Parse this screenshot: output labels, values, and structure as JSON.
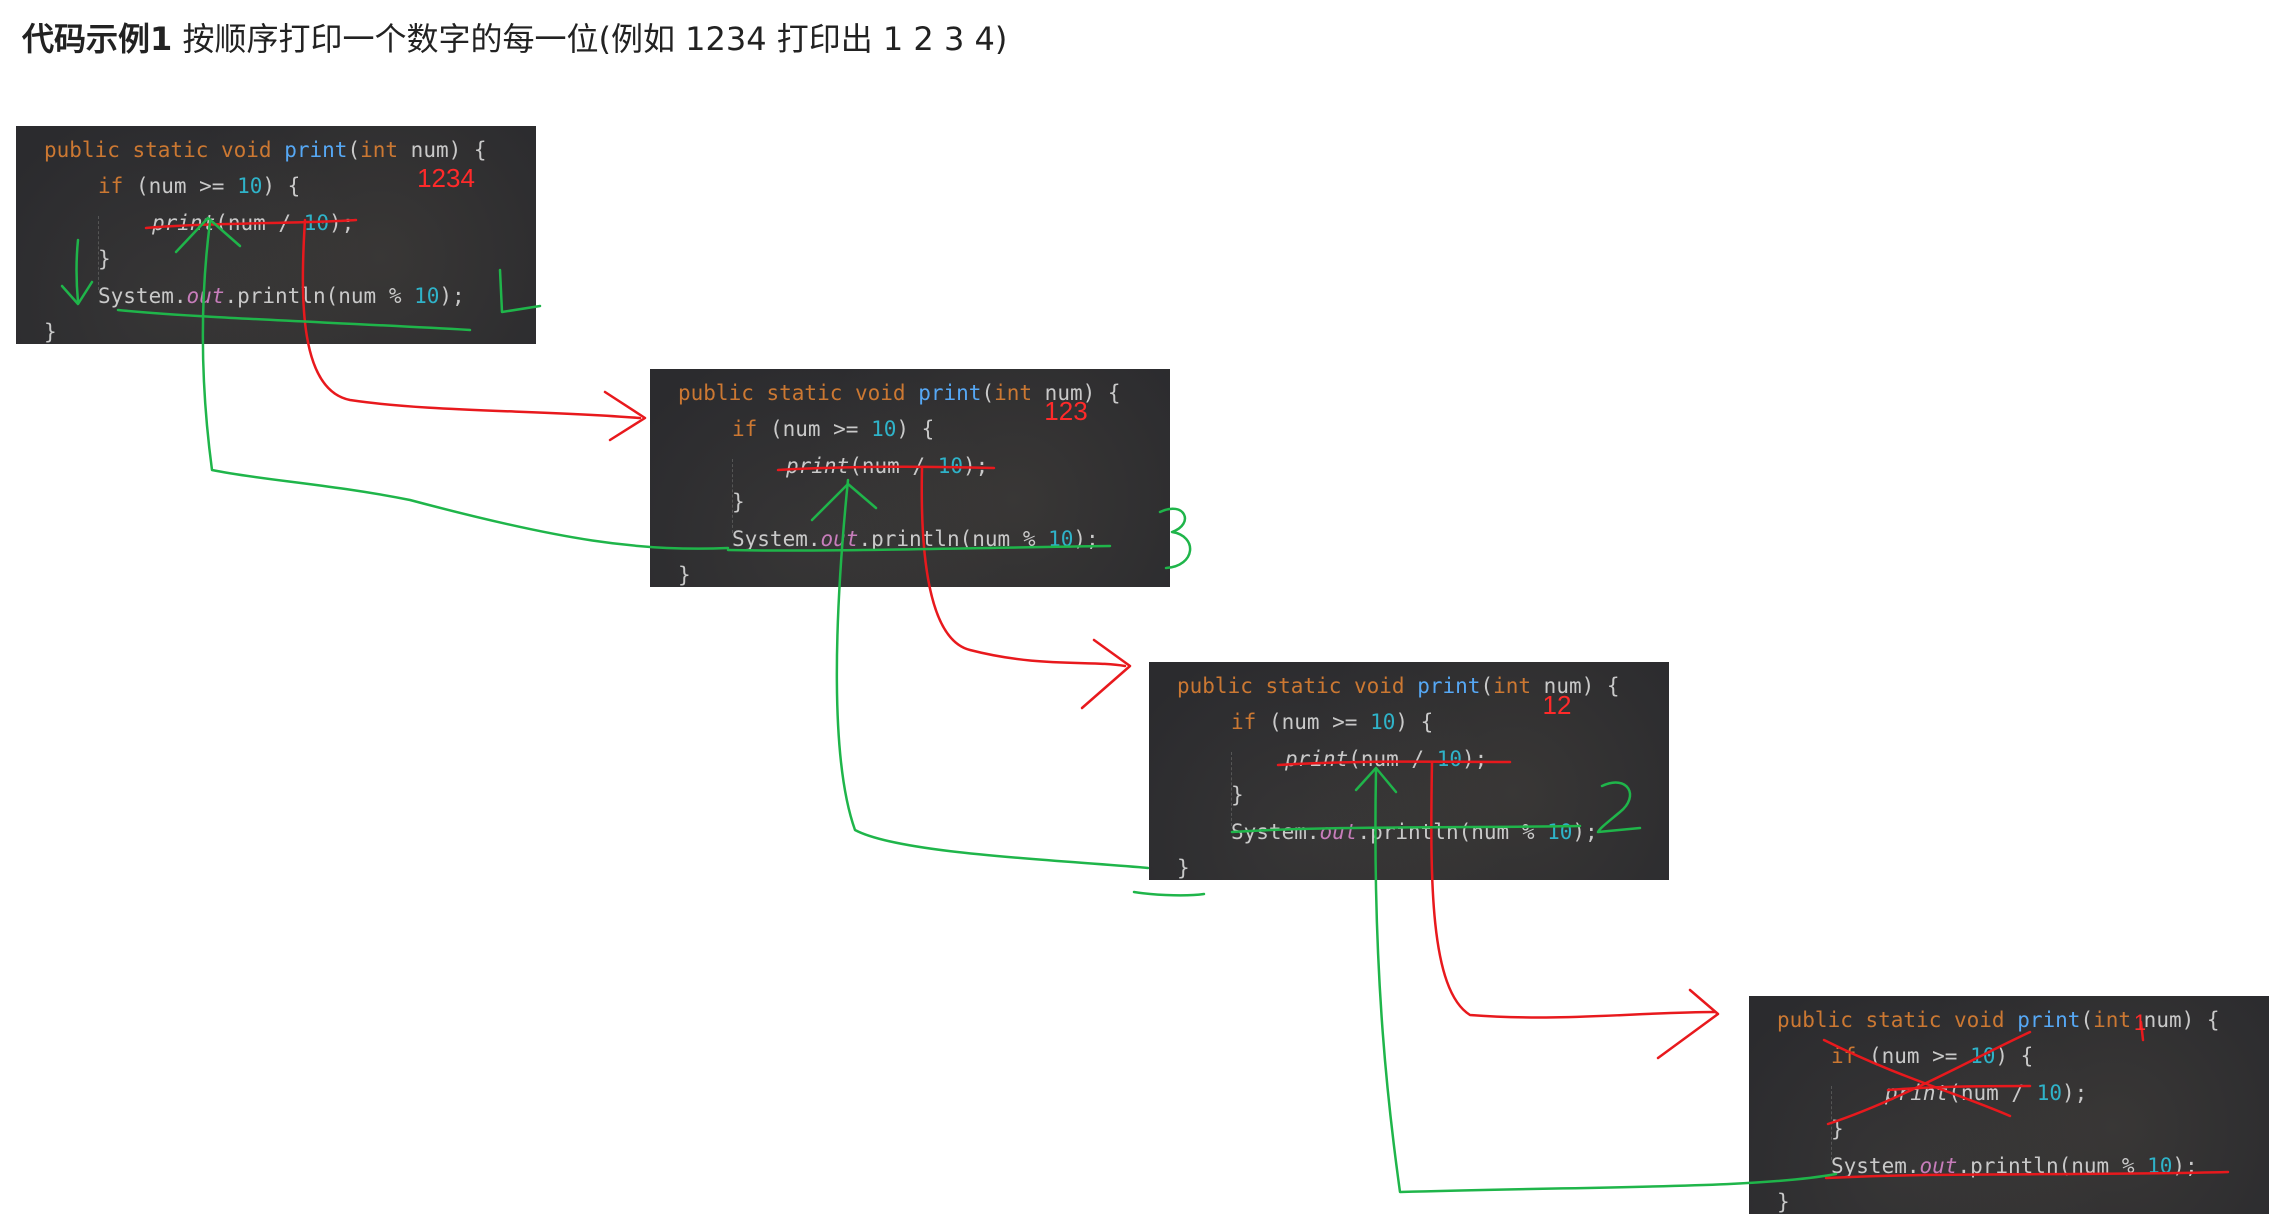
{
  "title": {
    "strong": "代码示例1",
    "rest": "按顺序打印一个数字的每一位(例如 1234 打印出 1 2 3 4)"
  },
  "code": {
    "l1": {
      "kw1": "public static void ",
      "fn": "print",
      "p1": "(",
      "kw2": "int",
      "p2": " num) {"
    },
    "l2": {
      "kw": "if",
      "p1": " (num >= ",
      "num": "10",
      "p2": ") {"
    },
    "l3": {
      "fn": "print",
      "p1": "(num / ",
      "num": "10",
      "p2": ");"
    },
    "l4": "}",
    "l5": {
      "p1": "System.",
      "fld": "out",
      "p2": ".println(num % ",
      "num": "10",
      "p3": ");"
    },
    "l6": "}"
  },
  "blocks": [
    {
      "id": "b1",
      "annotation": "1234"
    },
    {
      "id": "b2",
      "annotation": "123"
    },
    {
      "id": "b3",
      "annotation": "12"
    },
    {
      "id": "b4",
      "annotation": "1"
    }
  ],
  "handwritten_digits": [
    "4",
    "3",
    "2"
  ],
  "colors": {
    "call_arrow": "#e8191d",
    "return_arrow": "#1fb54a",
    "background": "#2b2b2e"
  }
}
